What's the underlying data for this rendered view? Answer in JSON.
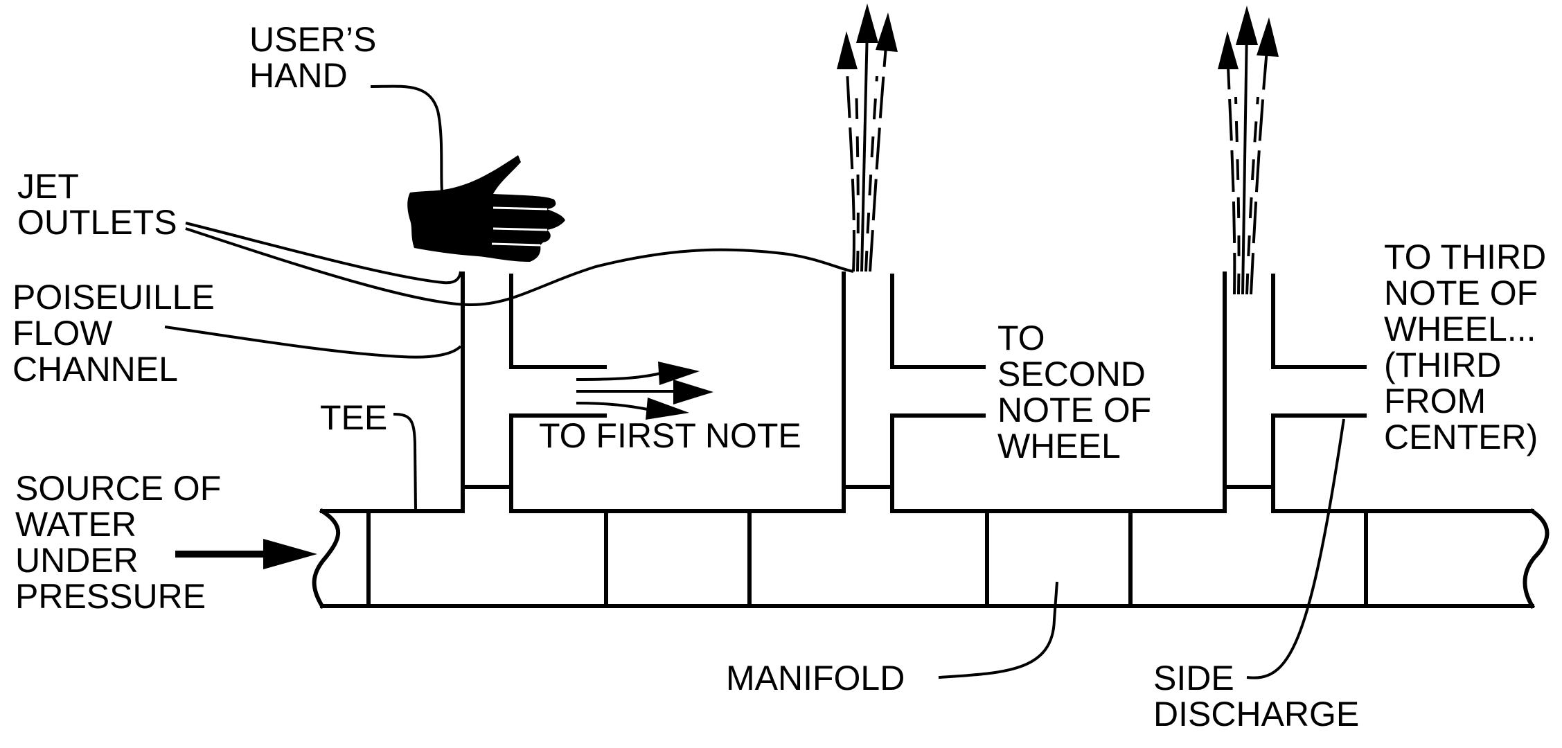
{
  "labels": {
    "users_hand": [
      "USER’S",
      "HAND"
    ],
    "jet_outlets": [
      "JET",
      "OUTLETS"
    ],
    "poiseuille": [
      "POISEUILLE",
      "FLOW",
      "CHANNEL"
    ],
    "tee": "TEE",
    "source": [
      "SOURCE OF",
      "WATER",
      "UNDER",
      "PRESSURE"
    ],
    "first_note": "TO FIRST NOTE",
    "second_note": [
      "TO",
      "SECOND",
      "NOTE OF",
      "WHEEL"
    ],
    "third_note": [
      "TO THIRD",
      "NOTE OF",
      "WHEEL...",
      "(THIRD",
      "FROM",
      "CENTER)"
    ],
    "manifold": "MANIFOLD",
    "side_discharge": [
      "SIDE",
      "DISCHARGE"
    ]
  },
  "icons": {
    "hand": "hand-icon",
    "flow_arrow": "arrow-right-icon",
    "jet": "jet-arrow-up-icon"
  },
  "colors": {
    "ink": "#000000",
    "background": "#ffffff"
  }
}
